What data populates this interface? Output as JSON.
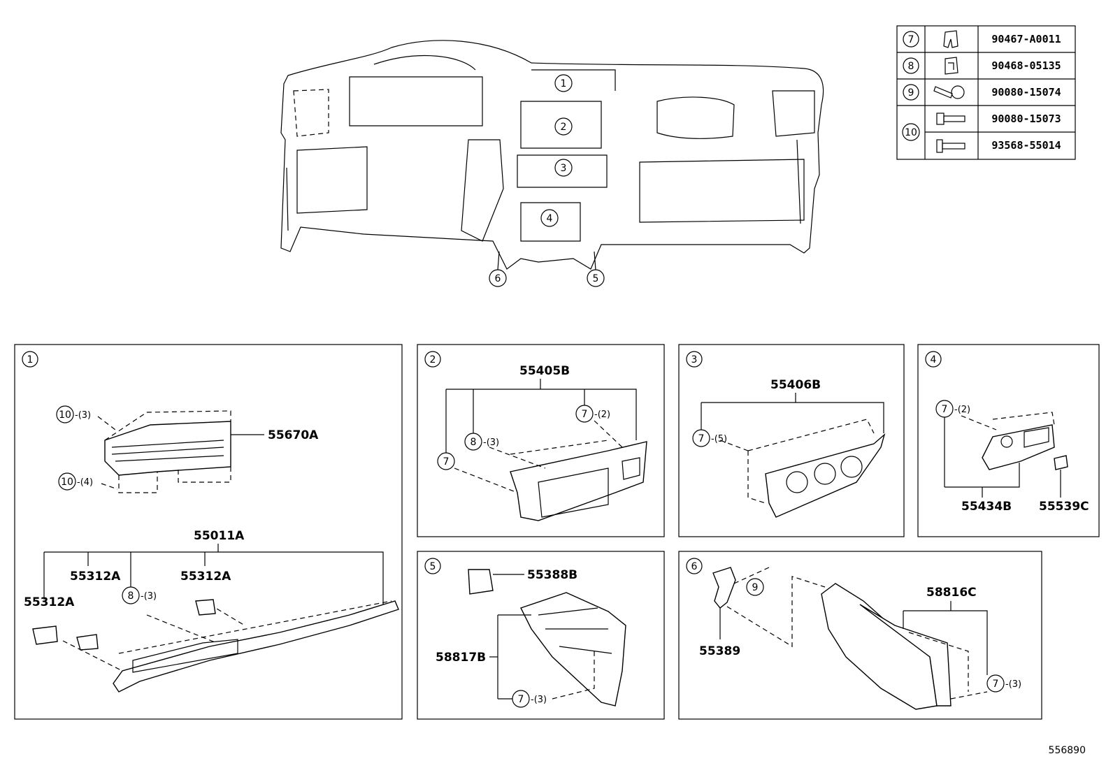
{
  "diagram_id": "556890",
  "callouts": {
    "c1": "1",
    "c2": "2",
    "c3": "3",
    "c4": "4",
    "c5": "5",
    "c6": "6",
    "c7": "7",
    "c8": "8",
    "c9": "9",
    "c10": "10"
  },
  "fastener_table": [
    {
      "ref": "7",
      "part": "90467-A0011"
    },
    {
      "ref": "8",
      "part": "90468-05135"
    },
    {
      "ref": "9",
      "part": "90080-15074"
    },
    {
      "ref": "10",
      "part": "90080-15073"
    },
    {
      "ref": "10",
      "part": "93568-55014"
    }
  ],
  "panel1": {
    "label": "1",
    "parts": {
      "p1": "55670A",
      "p2": "55011A",
      "p3": "55312A",
      "p4": "55312A",
      "p5": "55312A"
    },
    "qty_10a": "-(3)",
    "qty_10b": "-(4)",
    "qty_8": "-(3)"
  },
  "panel2": {
    "label": "2",
    "part": "55405B",
    "qty_7": "-(2)",
    "qty_8": "-(3)"
  },
  "panel3": {
    "label": "3",
    "part": "55406B",
    "qty_7": "-(5)"
  },
  "panel4": {
    "label": "4",
    "part_a": "55434B",
    "part_b": "55539C",
    "qty_7": "-(2)"
  },
  "panel5": {
    "label": "5",
    "part_a": "55388B",
    "part_b": "58817B",
    "qty_7": "-(3)"
  },
  "panel6": {
    "label": "6",
    "part_a": "55389",
    "part_b": "58816C",
    "qty_7": "-(3)"
  }
}
